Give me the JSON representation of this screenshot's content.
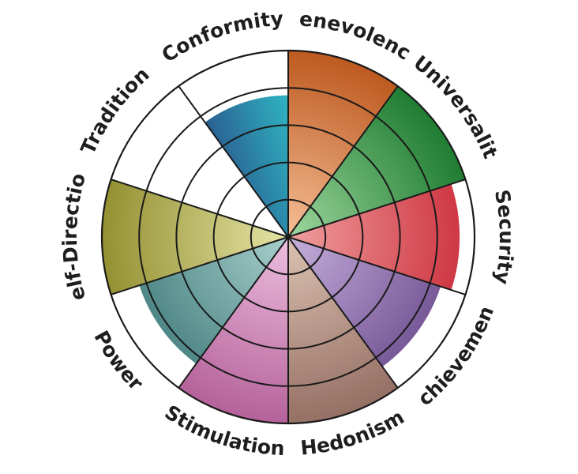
{
  "chart_data": {
    "type": "polar-area",
    "title": "",
    "rings": 5,
    "max": 5,
    "categories": [
      "Benevolence",
      "Universality",
      "Security",
      "Achievement",
      "Hedonism",
      "Stimulation",
      "Power",
      "Self-Direction",
      "Tradition",
      "Conformity"
    ],
    "values": [
      5,
      5,
      4.6,
      4.3,
      5,
      5,
      4.2,
      5,
      0,
      3.8
    ],
    "colors": [
      "#bd5a20",
      "#1f7d32",
      "#cc2f3c",
      "#6c4b8e",
      "#957064",
      "#b5629a",
      "#3e7a7a",
      "#949132",
      "#ffffff",
      "#2f7fa6"
    ],
    "colors_light": [
      "#f5be96",
      "#9ed69e",
      "#f0a0a0",
      "#c6b0dc",
      "#dcc2b2",
      "#edbfe0",
      "#a8d0cc",
      "#e6e4a6",
      "#ffffff",
      "#b6ecf2"
    ],
    "split_colors": {
      "Conformity": [
        "#2a5f92",
        "#2fb5c2"
      ]
    }
  }
}
